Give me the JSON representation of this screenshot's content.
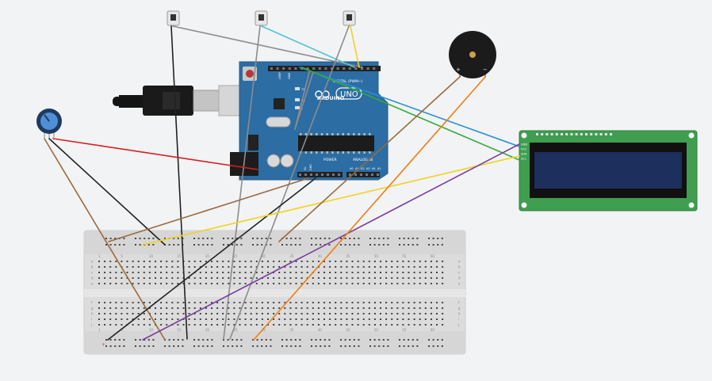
{
  "arduino": {
    "brand": "ARDUINO",
    "model": "UNO",
    "header_digital": "DIGITAL (PWM~)",
    "header_power": "POWER",
    "header_analog": "ANALOG IN",
    "aref": "AREF",
    "gnd": "GND",
    "pins_power": [
      "IOREF",
      "RESET",
      "3.3V",
      "5V",
      "GND",
      "GND",
      "Vin"
    ],
    "pins_analog": [
      "A0",
      "A1",
      "A2",
      "A3",
      "A4",
      "A5"
    ],
    "led_tx": "TX",
    "led_rx": "RX",
    "led_l": "L",
    "led_on": "ON",
    "color_board": "#2c6da3"
  },
  "lcd": {
    "pin_labels": [
      "GND",
      "VCC",
      "SDA",
      "SCL"
    ],
    "color_pcb": "#3f9e4f",
    "color_screen": "#1d2f5c"
  },
  "buzzer": {
    "plus": "+",
    "minus": "−"
  },
  "breadboard": {
    "row_letters_top": [
      "a",
      "b",
      "c",
      "d",
      "e"
    ],
    "row_letters_bottom": [
      "f",
      "g",
      "h",
      "i",
      "j"
    ],
    "column_numbers_top": [
      "1",
      "5",
      "10",
      "15",
      "20",
      "25",
      "30",
      "35",
      "40",
      "45",
      "50",
      "55",
      "60"
    ],
    "column_numbers_bottom": [
      "1",
      "5",
      "10",
      "15",
      "20",
      "25",
      "30",
      "35",
      "40",
      "45",
      "50",
      "55",
      "60"
    ]
  },
  "wire_colors": {
    "red": "#d42020",
    "black": "#222222",
    "brown": "#9a6a3c",
    "gray": "#8c8c8c",
    "cyan": "#52c2d6",
    "yellow": "#f3d21f",
    "green": "#37a93c",
    "blue": "#2a8fd4",
    "purple": "#7a3d9e",
    "orange": "#f07e14"
  }
}
